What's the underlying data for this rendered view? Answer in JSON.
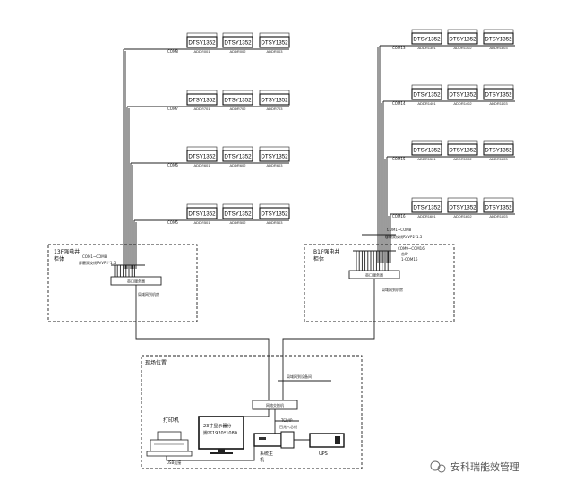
{
  "meter_label": "DTSY1352",
  "panels": {
    "left": {
      "title": "13F强电井",
      "subtitle": "柜体",
      "server": "串口服务器",
      "network": "局域网到机房",
      "bus": "COM1~COM8",
      "bus_note": "屏蔽双绞线RVVP2*1.5"
    },
    "right": {
      "title": "B1F强电井",
      "subtitle": "柜体",
      "server": "串口服务器",
      "network": "局域网到机房",
      "bus": "COM9~COM16",
      "bus_note": "屏蔽双绞线RVVP2*1.5",
      "extra": "含IP",
      "extra2": "COM1~COM8",
      "extra3": "1-COM16"
    },
    "site": {
      "title": "现场位置",
      "switch": "网络交换机",
      "lan": "局域网到设备间",
      "protocol": "TCP/IP",
      "protocol2": "百兆八芯线",
      "printer": "打印机",
      "usb": "USB连接",
      "monitor_line1": "23寸显示器分",
      "monitor_line2": "辨率1920*1080",
      "host_line1": "系统主",
      "host_line2": "机",
      "ups": "UPS"
    }
  },
  "left_groups": [
    {
      "com": "COM8",
      "addrs": [
        "ADDR001",
        "ADDR002",
        "ADDR003"
      ]
    },
    {
      "com": "COM7",
      "addrs": [
        "ADDR701",
        "ADDR702",
        "ADDR703"
      ]
    },
    {
      "com": "COM6",
      "addrs": [
        "ADDR601",
        "ADDR602",
        "ADDR603"
      ]
    },
    {
      "com": "COM5",
      "addrs": [
        "ADDR501",
        "ADDR502",
        "ADDR503"
      ]
    }
  ],
  "right_groups": [
    {
      "com": "COM13",
      "addrs": [
        "ADDR1301",
        "ADDR1302",
        "ADDR1303"
      ]
    },
    {
      "com": "COM14",
      "addrs": [
        "ADDR1401",
        "ADDR1402",
        "ADDR1403"
      ]
    },
    {
      "com": "COM15",
      "addrs": [
        "ADDR1501",
        "ADDR1502",
        "ADDR1503"
      ]
    },
    {
      "com": "COM16",
      "addrs": [
        "ADDR1601",
        "ADDR1602",
        "ADDR1603"
      ]
    }
  ],
  "watermark": "安科瑞能效管理"
}
